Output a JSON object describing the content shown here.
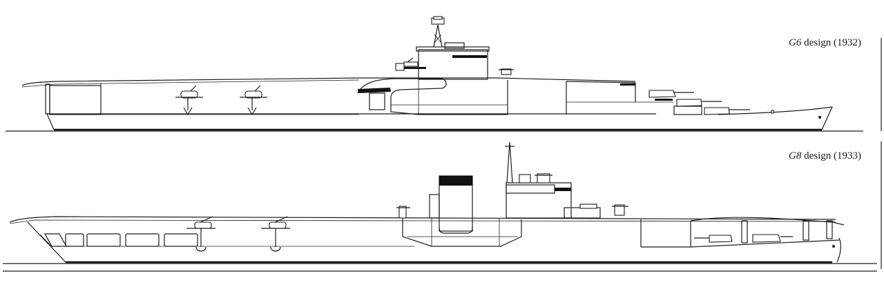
{
  "figure": {
    "type": "ship profile drawings",
    "drawings": [
      {
        "id": "g6",
        "label_prefix": "G6",
        "label_suffix": " design (1932)",
        "label": "G6 design (1932)",
        "features": [
          "flight deck",
          "island superstructure with lattice mast",
          "two twin AA gun mounts amidships",
          "three triple main gun turrets forward",
          "hangar",
          "bow"
        ]
      },
      {
        "id": "g8",
        "label_prefix": "G8",
        "label_suffix": " design (1933)",
        "label": "G8 design (1933)",
        "features": [
          "flight deck",
          "large funnel",
          "island with tripod mast",
          "two twin AA gun sponsons",
          "open stern hangar windows",
          "two twin gun turrets forward"
        ]
      }
    ]
  }
}
